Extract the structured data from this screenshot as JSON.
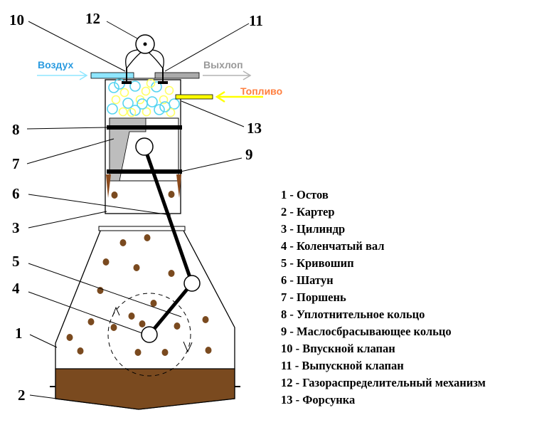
{
  "flows": {
    "air": {
      "label": "Воздух",
      "color": "#2b9be0",
      "arrow_color": "#8fe6ff"
    },
    "exhaust": {
      "label": "Выхлоп",
      "color": "#999999",
      "arrow_color": "#b3b3b3"
    },
    "fuel": {
      "label": "Топливо",
      "color": "#ff7f3f",
      "arrow_color": "#ffff00"
    }
  },
  "callouts": [
    "1",
    "2",
    "3",
    "4",
    "5",
    "6",
    "7",
    "8",
    "9",
    "10",
    "11",
    "12",
    "13"
  ],
  "legend": [
    {
      "num": "1",
      "text": "1 - Остов"
    },
    {
      "num": "2",
      "text": "2 - Картер"
    },
    {
      "num": "3",
      "text": "3 - Цилиндр"
    },
    {
      "num": "4",
      "text": "4 - Коленчатый вал"
    },
    {
      "num": "5",
      "text": "5 - Кривошип"
    },
    {
      "num": "6",
      "text": "6 - Шатун"
    },
    {
      "num": "7",
      "text": "7 - Поршень"
    },
    {
      "num": "8",
      "text": "8 - Уплотнительное кольцо"
    },
    {
      "num": "9",
      "text": "9 - Маслосбрасывающее кольцо"
    },
    {
      "num": "10",
      "text": "10 - Впускной клапан"
    },
    {
      "num": "11",
      "text": "11 - Выпускной клапан"
    },
    {
      "num": "12",
      "text": "12 - Газораспределительный механизм"
    },
    {
      "num": "13",
      "text": "13 - Форсунка"
    }
  ],
  "colors": {
    "oil": "#7a4a1f",
    "oil_drop": "#7a4a1f",
    "bubble": "#55d4f0",
    "bubble_alt": "#ffff66",
    "piston": "#bdbdbd",
    "ring": "#000000",
    "oil_ring_chip": "#8b4a1c",
    "outline": "#000000"
  }
}
